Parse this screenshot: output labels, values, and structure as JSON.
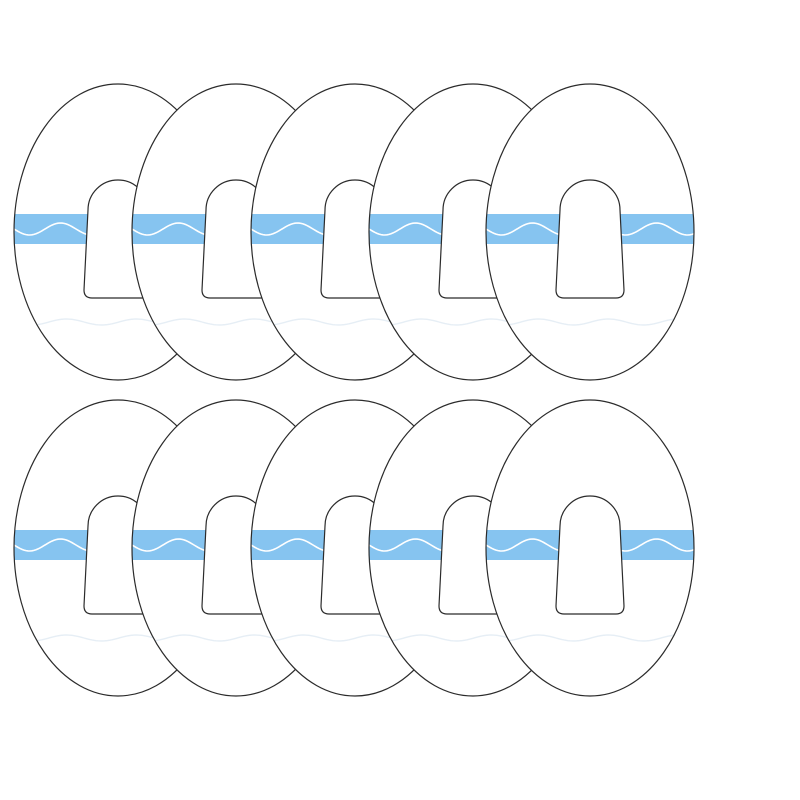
{
  "product": {
    "item_name": "adhesive-patch",
    "rows": 2,
    "per_row": 5,
    "count": 10
  },
  "colors": {
    "background": "#ffffff",
    "patch_fill": "#ffffff",
    "patch_outline": "#2b2b2b",
    "tape_band": "#86c4f0",
    "wave_line": "#ffffff",
    "faint_wave": "#e6eef5"
  }
}
